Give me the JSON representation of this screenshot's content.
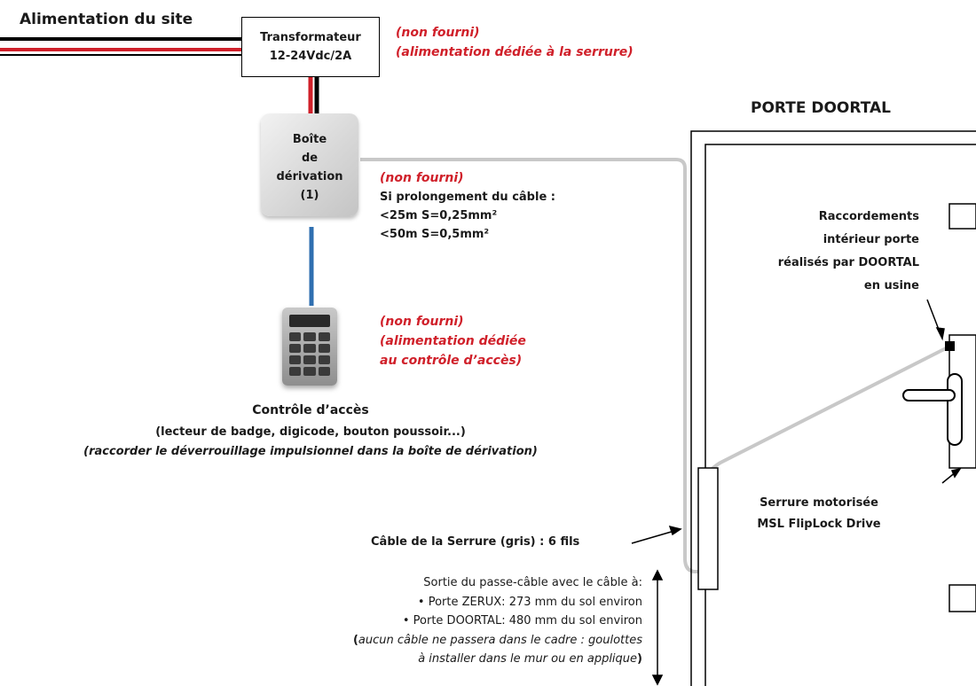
{
  "power": {
    "title": "Alimentation du site"
  },
  "transformer": {
    "line1": "Transformateur",
    "line2": "12-24Vdc/2A"
  },
  "transformer_note": {
    "line1": "(non fourni)",
    "line2": "(alimentation dédiée à la serrure)"
  },
  "junction_box": {
    "line1": "Boîte",
    "line2": "de",
    "line3": "dérivation",
    "line4": "(1)"
  },
  "junction_note": {
    "line1": "(non fourni)",
    "line2": "Si prolongement du câble :",
    "line3": "<25m S=0,25mm²",
    "line4": "<50m S=0,5mm²"
  },
  "keypad_note": {
    "line1": "(non fourni)",
    "line2": "(alimentation dédiée",
    "line3": "au contrôle d’accès)"
  },
  "access_control": {
    "title": "Contrôle d’accès",
    "subtitle": "(lecteur de badge, digicode, bouton poussoir...)",
    "note": "(raccorder le déverrouillage impulsionnel dans la boîte de dérivation)"
  },
  "door": {
    "title": "PORTE DOORTAL"
  },
  "connections_note": {
    "line1": "Raccordements",
    "line2": "intérieur porte",
    "line3": "réalisés par DOORTAL",
    "line4": "en usine"
  },
  "lock": {
    "line1": "Serrure motorisée",
    "line2": "MSL FlipLock Drive"
  },
  "cable_label": "Câble de la Serrure (gris) : 6 fils",
  "exit_note": {
    "line1": "Sortie du passe-câble avec le câble à:",
    "line2": "• Porte ZERUX: 273 mm du sol environ",
    "line3": "• Porte DOORTAL: 480 mm du sol environ",
    "line4_open": "(",
    "line4_italic": "aucun câble ne passera dans le cadre : goulottes",
    "line5_italic": "à installer dans le mur ou en applique",
    "line5_close": ")"
  },
  "colors": {
    "red_note": "#d0202a",
    "wire_red": "#d0202a",
    "wire_black": "#000000",
    "wire_blue": "#2f6fb0",
    "cable_grey": "#c8c8c8"
  }
}
